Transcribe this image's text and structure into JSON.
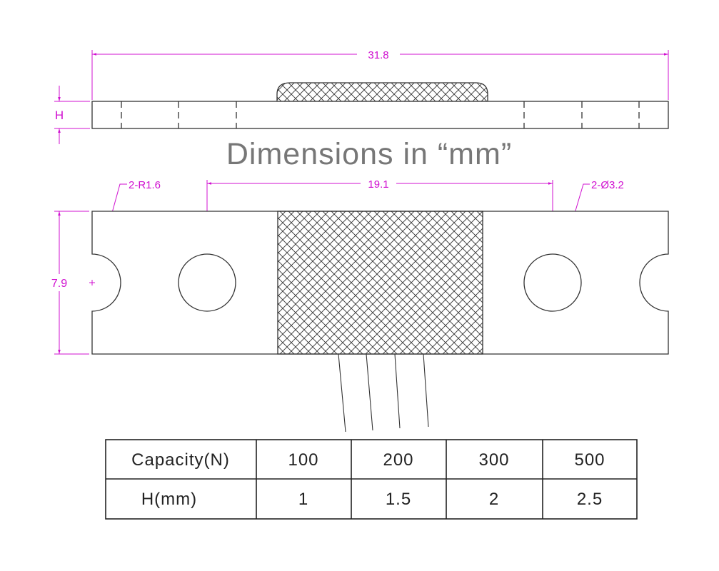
{
  "title": "Dimensions in “mm”",
  "dimensions": {
    "overall_length": "31.8",
    "height_label": "H",
    "hole_spacing": "19.1",
    "width": "7.9",
    "notch_radius": "2-R1.6",
    "hole_diameter": "2-Ø3.2"
  },
  "colors": {
    "dimension": "#d010d0",
    "outline": "#333333",
    "title": "#777777"
  },
  "table": {
    "rows": [
      {
        "label": "Capacity(N)",
        "values": [
          "100",
          "200",
          "300",
          "500"
        ]
      },
      {
        "label": "H(mm)",
        "values": [
          "1",
          "1.5",
          "2",
          "2.5"
        ]
      }
    ]
  }
}
